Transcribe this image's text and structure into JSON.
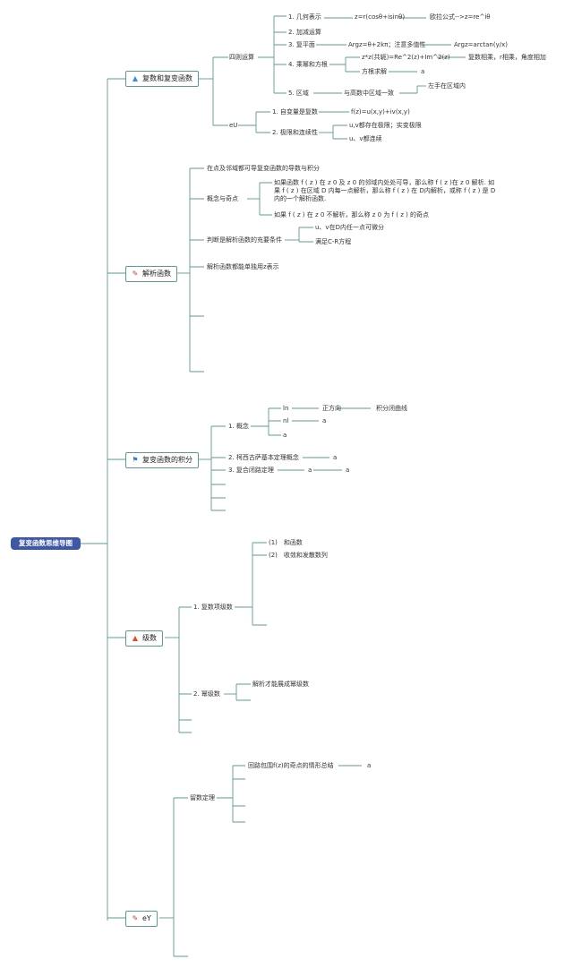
{
  "root": "复变函数思维导图",
  "branches": [
    {
      "label": "复数和复变函数",
      "icon": "flame-blue-icon",
      "glyph": "🔥",
      "color": "#3b8de0"
    },
    {
      "label": "解析函数",
      "icon": "wand-icon",
      "glyph": "✎",
      "color": "#d23b3b"
    },
    {
      "label": "复变函数的积分",
      "icon": "flag-icon",
      "glyph": "⚑",
      "color": "#2c7bd6"
    },
    {
      "label": "级数",
      "icon": "flame-red-icon",
      "glyph": "🔥",
      "color": "#e04b2c"
    },
    {
      "label": "eY",
      "icon": "wand-icon",
      "glyph": "✎",
      "color": "#d23b3b"
    }
  ],
  "b1": {
    "sizeyunsuan": "四则运算",
    "jihe": "1. 几何表示",
    "jihe_formula": "z=r(cosθ+isinθ)",
    "jihe_euler": "欧拉公式-->z=re^iθ",
    "jiajian": "2. 加减运算",
    "fu": "3. 复平面",
    "fu_arg": "Argz=θ+2kπ；注意多值性",
    "fu_arctan": "Argz=arctan(y/x)",
    "chengmi": "4. 乘幂和方根",
    "chengmi_formula": "z*z(共轭)=Re^2(z)+Im^2(z)",
    "chengmi_note": "复数相乘，r相乘，角度相加",
    "fanggen": "方根求解",
    "fanggen_a": "a",
    "quyu": "5. 区域",
    "quyu_note": "与高数中区域一致",
    "quyu_note2": "左手在区域内",
    "eu": "eU",
    "zibianliang": "1. 自变量是复数",
    "zibianliang_f": "f(z)=u(x,y)+iv(x,y)",
    "jixian": "2. 极限和连续性",
    "jixian_1": "u,v都存在极限；实变极限",
    "jixian_2": "u、v都连续"
  },
  "b2": {
    "t1": "在点及邻域都可导复变函数的导数与积分",
    "gainian": "概念与奇点",
    "para1": "如果函数 f ( z ) 在 z 0 及 z 0 的邻域内处处可导，那么称 f ( z )在 z 0 解析. 如果 f ( z ) 在区域 D 内每一点解析，那么称 f ( z ) 在 D内解析，或称 f ( z ) 是 D内的一个解析函数.",
    "para2": "如果 f ( z ) 在 z 0 不解析，那么称 z 0 为 f ( z ) 的奇点",
    "panduan": "判断是解析函数的充要条件",
    "panduan_1": "u、v在D内任一点可微分",
    "panduan_2": "满足C-R方程",
    "jiexi_z": "解析函数都能单独用z表示"
  },
  "b3": {
    "gainian": "1. 概念",
    "ln": "ln",
    "zhengfx": "正方向",
    "jifen": "积分闭曲线",
    "nl": "nl",
    "nl_a": "a",
    "a3": "a",
    "kexi": "2. 柯西古萨基本定理概念",
    "kexi_a": "a",
    "fuhe": "3. 复合闭路定理",
    "fuhe_a1": "a",
    "fuhe_a2": "a"
  },
  "b4": {
    "fushuxiang": "1. 复数项级数",
    "hehanshu": "(1)　和函数",
    "shoulian": "(2)　收敛和发散数列",
    "miji": "2. 幂级数",
    "miji_note": "解析才能展成幂级数"
  },
  "b5": {
    "liushu": "留数定理",
    "huilu": "回路包围f(z)的奇点的情形总结",
    "huilu_a": "a"
  }
}
